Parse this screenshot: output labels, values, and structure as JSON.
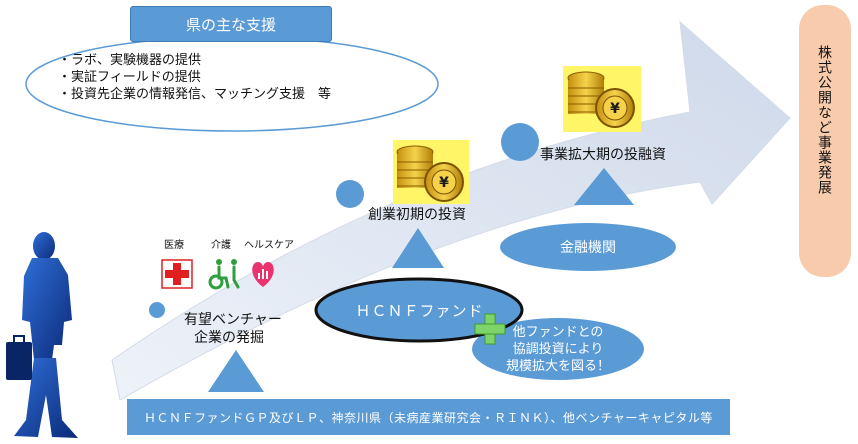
{
  "support": {
    "title": "県の主な支援",
    "items": [
      "ラボ、実験機器の提供",
      "実証フィールドの提供",
      "投資先企業の情報発信、マッチング支援　等"
    ]
  },
  "right_box": {
    "text": "株式公開など事業発展"
  },
  "stages": {
    "expansion": "事業拡大期の投融資",
    "startup": "創業初期の投資",
    "venture": [
      "有望ベンチャー",
      "企業の発掘"
    ]
  },
  "icons": {
    "medical": "医療",
    "care": "介護",
    "healthcare": "ヘルスケア"
  },
  "fund": {
    "name": "ＨＣＮＦファンド"
  },
  "bank": {
    "name": "金融機関"
  },
  "coop": {
    "lines": [
      "他ファンドとの",
      "協調投資により",
      "規模拡大を図る！"
    ]
  },
  "bottom": {
    "text": "ＨＣＮＦファンドＧＰ及びＬＰ、神奈川県（未病産業研究会・ＲＩＮＫ）、他ベンチャーキャピタル等"
  },
  "colors": {
    "accent": "#5b9bd5",
    "arrow": "#d9e2f3",
    "peach_box": "#f8cbad",
    "coin_panel": "#fff566",
    "coin_gold": "#e8b923",
    "red_cross": "#e02020",
    "care_green": "#2e9e3e",
    "health_pink": "#e8336d"
  }
}
